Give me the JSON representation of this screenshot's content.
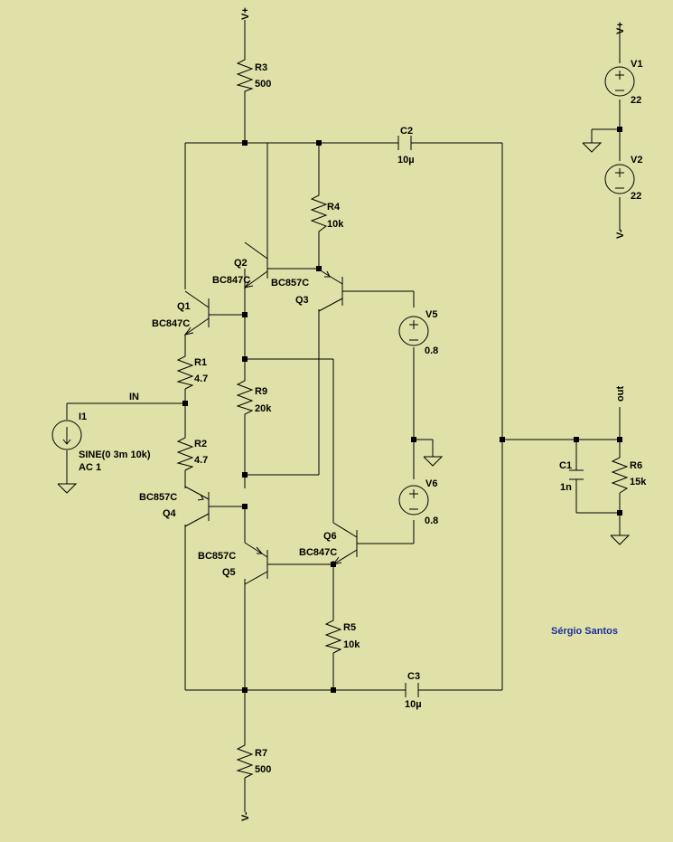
{
  "nets": {
    "vplus": "V+",
    "vminus": "V-",
    "in": "IN",
    "out": "out"
  },
  "components": {
    "R3": {
      "name": "R3",
      "value": "500"
    },
    "R4": {
      "name": "R4",
      "value": "10k"
    },
    "R9": {
      "name": "R9",
      "value": "20k"
    },
    "R1": {
      "name": "R1",
      "value": "4.7"
    },
    "R2": {
      "name": "R2",
      "value": "4.7"
    },
    "R5": {
      "name": "R5",
      "value": "10k"
    },
    "R6": {
      "name": "R6",
      "value": "15k"
    },
    "R7": {
      "name": "R7",
      "value": "500"
    },
    "C1": {
      "name": "C1",
      "value": "1n"
    },
    "C2": {
      "name": "C2",
      "value": "10µ"
    },
    "C3": {
      "name": "C3",
      "value": "10µ"
    },
    "V1": {
      "name": "V1",
      "value": "22"
    },
    "V2": {
      "name": "V2",
      "value": "22"
    },
    "V5": {
      "name": "V5",
      "value": "0.8"
    },
    "V6": {
      "name": "V6",
      "value": "0.8"
    },
    "I1": {
      "name": "I1",
      "value1": "SINE(0 3m 10k)",
      "value2": "AC 1"
    },
    "Q1": {
      "name": "Q1",
      "model": "BC847C"
    },
    "Q2": {
      "name": "Q2",
      "model": "BC847C"
    },
    "Q3": {
      "name": "Q3",
      "model": "BC857C"
    },
    "Q4": {
      "name": "Q4",
      "model": "BC857C"
    },
    "Q5": {
      "name": "Q5",
      "model": "BC857C"
    },
    "Q6": {
      "name": "Q6",
      "model": "BC847C"
    }
  },
  "signature": "Sérgio Santos",
  "colors": {
    "background": "#e0e1a8",
    "wire": "#000000",
    "signature": "#1c2f9c"
  }
}
